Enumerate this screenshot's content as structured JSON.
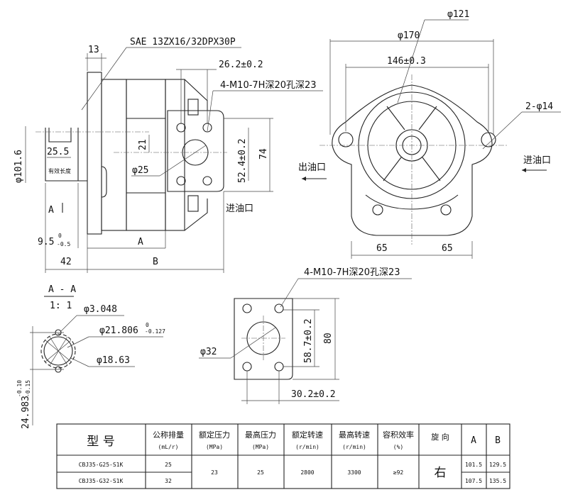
{
  "side_view": {
    "spline_spec": "SAE 13ZX16/32DPX30P",
    "dim_13": "13",
    "dim_26_2": "26.2±0.2",
    "thread_spec": "4-M10-7H深20孔深23",
    "dim_phi101": "φ101.6",
    "dim_25_5": "25.5",
    "effective_length": "有效长度",
    "dim_21": "21",
    "dim_phi25": "φ25",
    "dim_52_4": "52.4±0.2",
    "dim_74": "74",
    "inlet_label": "进油口",
    "section_mark": "A",
    "dim_9_5": "9.5",
    "dim_9_5_tol_upper": "0",
    "dim_9_5_tol_lower": "-0.5",
    "dim_A": "A",
    "dim_42": "42",
    "dim_B": "B"
  },
  "front_view": {
    "dim_phi121": "φ121",
    "dim_phi170": "φ170",
    "dim_146": "146±0.3",
    "holes": "2-φ14",
    "outlet_label": "出油口",
    "inlet_label": "进油口",
    "dim_65_left": "65",
    "dim_65_right": "65"
  },
  "section_view": {
    "title": "A - A",
    "scale": "1: 1",
    "dim_phi3": "φ3.048",
    "dim_phi21": "φ21.806",
    "dim_phi21_tol_upper": "0",
    "dim_phi21_tol_lower": "-0.127",
    "dim_phi18": "φ18.63",
    "dim_24": "24.983",
    "dim_24_tol_upper": "-0.10",
    "dim_24_tol_lower": "-0.15"
  },
  "port_view": {
    "thread_spec": "4-M10-7H深20孔深23",
    "dim_phi32": "φ32",
    "dim_58_7": "58.7±0.2",
    "dim_80": "80",
    "dim_30_2": "30.2±0.2"
  },
  "table": {
    "headers": [
      {
        "main": "型  号",
        "unit": ""
      },
      {
        "main": "公称排量",
        "unit": "(mL/r)"
      },
      {
        "main": "额定压力",
        "unit": "(MPa)"
      },
      {
        "main": "最高压力",
        "unit": "(MPa)"
      },
      {
        "main": "额定转速",
        "unit": "(r/min)"
      },
      {
        "main": "最高转速",
        "unit": "(r/min)"
      },
      {
        "main": "容积效率",
        "unit": "(%)"
      },
      {
        "main": "旋  向",
        "unit": ""
      },
      {
        "main": "A",
        "unit": ""
      },
      {
        "main": "B",
        "unit": ""
      }
    ],
    "rows": [
      {
        "model": "CBJ35-G25-S1K",
        "displacement": "25",
        "A": "101.5",
        "B": "129.5"
      },
      {
        "model": "CBJ35-G32-S1K",
        "displacement": "32",
        "A": "107.5",
        "B": "135.5"
      }
    ],
    "shared": {
      "rated_pressure": "23",
      "max_pressure": "25",
      "rated_speed": "2800",
      "max_speed": "3300",
      "efficiency": "≥92",
      "rotation": "右"
    }
  }
}
